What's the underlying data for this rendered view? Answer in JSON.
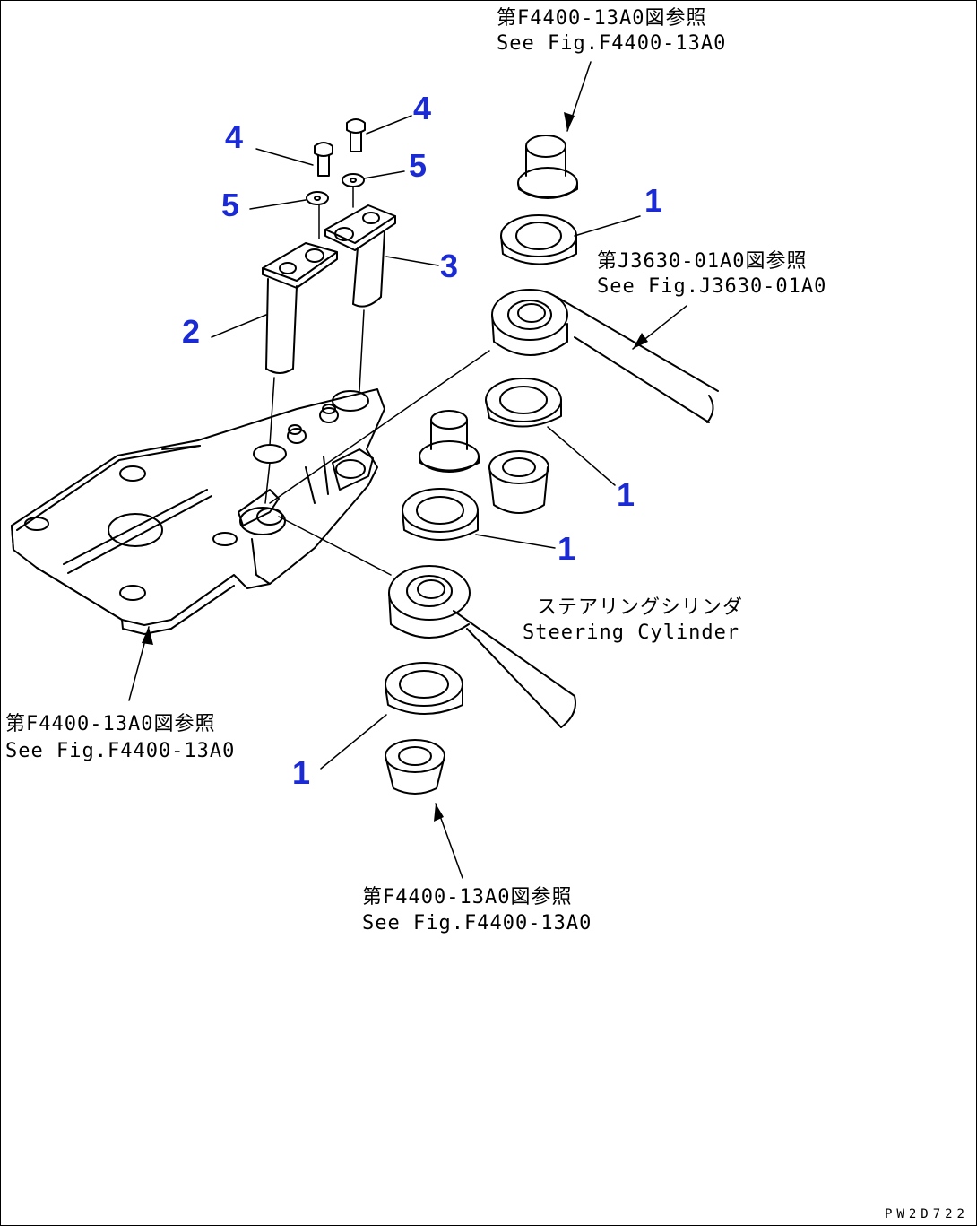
{
  "references": {
    "top_jp": "第F4400-13A0図参照",
    "top_en": "See Fig.F4400-13A0",
    "right_jp": "第J3630-01A0図参照",
    "right_en": "See Fig.J3630-01A0",
    "left_jp": "第F4400-13A0図参照",
    "left_en": "See Fig.F4400-13A0",
    "bottom_jp": "第F4400-13A0図参照",
    "bottom_en": "See Fig.F4400-13A0"
  },
  "steering_cylinder": {
    "jp": "ステアリングシリンダ",
    "en": "Steering Cylinder"
  },
  "part_numbers": {
    "bolt_left": "4",
    "bolt_right": "4",
    "washer_left": "5",
    "washer_right": "5",
    "pin_left": "2",
    "pin_right": "3",
    "bushing_top": "1",
    "bushing_mid_right": "1",
    "bushing_mid": "1",
    "bushing_bottom": "1"
  },
  "drawing_code": "PW2D722",
  "colors": {
    "line": "#000000",
    "part_number": "#1a2bd6"
  }
}
